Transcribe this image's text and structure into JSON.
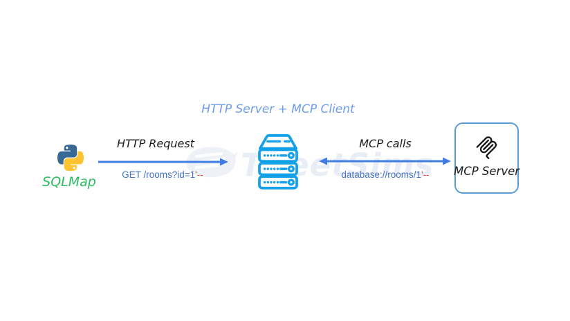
{
  "title": "HTTP Server + MCP Client",
  "watermark": {
    "text": "TweetSims"
  },
  "nodes": {
    "sqlmap": {
      "label": "SQLMap",
      "icon": "python-icon"
    },
    "http_server": {
      "label": "HTTP Server + MCP Client",
      "icon": "server-rack-icon"
    },
    "mcp_server": {
      "label": "MCP Server",
      "icon": "mcp-logo-icon"
    }
  },
  "edges": {
    "http_request": {
      "label": "HTTP Request",
      "payload": "GET /rooms?id=1",
      "injection": "'--",
      "direction": "right"
    },
    "mcp_calls": {
      "label": "MCP calls",
      "payload": "database://rooms/1",
      "injection": "'--",
      "direction": "both"
    }
  },
  "colors": {
    "arrow_blue": "#3f7de4",
    "server_icon_blue": "#14a1e8",
    "title_blue": "#6b9ceb",
    "payload_blue": "#4472c4",
    "injection_red": "#e0473c",
    "sqlmap_green": "#29bd5f",
    "mcp_box_border": "#5b9bd5",
    "python_blue": "#366994",
    "python_yellow": "#ffc331"
  }
}
